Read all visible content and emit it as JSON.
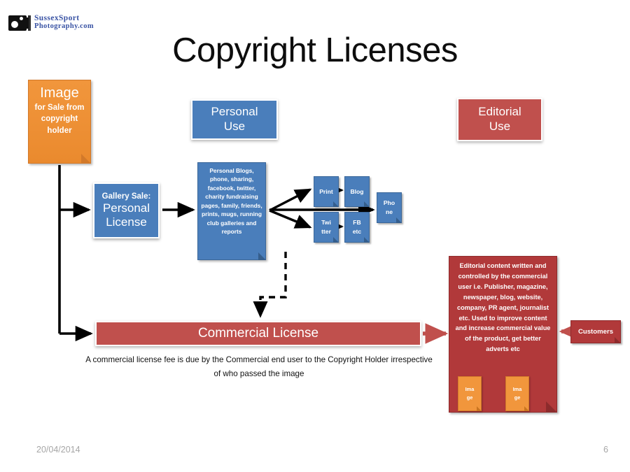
{
  "slide": {
    "title": "Copyright Licenses",
    "footer": {
      "date": "20/04/2014",
      "page_number": "6"
    },
    "logo": {
      "line1": "SussexSport",
      "line2": "Photography.com",
      "icon": "camera-icon"
    }
  },
  "colors": {
    "orange": "#f1963c",
    "blue": "#4a7ebb",
    "red_header": "#c0504d",
    "red_panel": "#b1393a",
    "arrow_black": "#000000",
    "arrow_red": "#c0504d",
    "footer_gray": "#a6a6a6",
    "logo_blue": "#3953a4"
  },
  "nodes": {
    "image_source": {
      "heading": "Image",
      "body": "for Sale from copyright holder"
    },
    "personal_use_header": "Personal\nUse",
    "personal_use_header_l1": "Personal",
    "personal_use_header_l2": "Use",
    "editorial_use_header_l1": "Editorial",
    "editorial_use_header_l2": "Use",
    "gallery_sale": {
      "line1": "Gallery Sale:",
      "line2": "Personal",
      "line3": "License"
    },
    "personal_blogs": "Personal Blogs, phone, sharing, facebook, twitter, charity fundraising pages, family, friends, prints, mugs, running club galleries and reports",
    "chips": [
      {
        "id": "print",
        "line1": "Print",
        "line2": ""
      },
      {
        "id": "blog",
        "line1": "Blog",
        "line2": ""
      },
      {
        "id": "twitter",
        "line1": "Twi",
        "line2": "tter"
      },
      {
        "id": "fb",
        "line1": "FB",
        "line2": "etc"
      },
      {
        "id": "phone",
        "line1": "Pho",
        "line2": "ne"
      }
    ],
    "commercial_license": "Commercial License",
    "commercial_caption": "A commercial license fee is due by the  Commercial end user to  the Copyright Holder irrespective of who passed the image",
    "editorial_panel": "Editorial content written and controlled by the commercial user  i.e. Publisher, magazine, newspaper, blog, website, company, PR agent, journalist etc. Used to improve content and increase commercial value of the product, get better adverts etc",
    "editorial_mini_images": [
      {
        "line1": "Ima",
        "line2": "ge"
      },
      {
        "line1": "Ima",
        "line2": "ge"
      }
    ],
    "customers": "Customers"
  }
}
